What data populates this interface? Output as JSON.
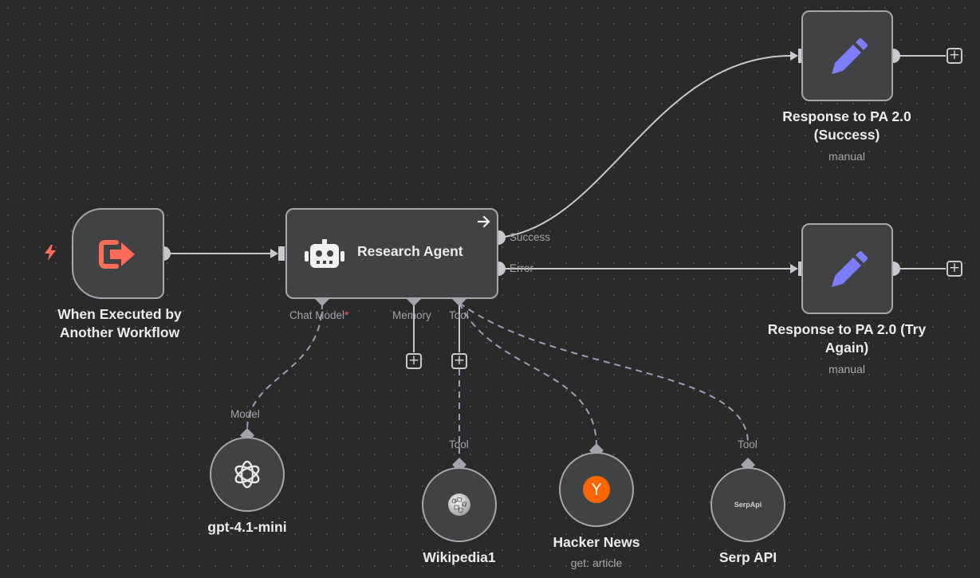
{
  "nodes": {
    "trigger": {
      "title_line1": "When Executed by",
      "title_line2": "Another Workflow"
    },
    "agent": {
      "title": "Research Agent"
    },
    "success": {
      "title_line1": "Response to PA 2.0",
      "title_line2": "(Success)",
      "subtitle": "manual"
    },
    "error": {
      "title_line1": "Response to PA 2.0 (Try",
      "title_line2": "Again)",
      "subtitle": "manual"
    },
    "model": {
      "title": "gpt-4.1-mini"
    },
    "wikipedia": {
      "title": "Wikipedia1"
    },
    "hackernews": {
      "title": "Hacker News",
      "subtitle": "get: article",
      "icon_text": "Y"
    },
    "serp": {
      "title": "Serp API",
      "icon_text": "SerpApi"
    }
  },
  "ports": {
    "success": "Success",
    "error": "Error",
    "chat_model": "Chat Model",
    "required_mark": "*",
    "memory": "Memory",
    "tool": "Tool",
    "model_in": "Model",
    "tool_in_wiki": "Tool",
    "tool_in_serp": "Tool"
  },
  "buttons": {
    "add": "+"
  },
  "icons": {
    "trigger": "workflow-exit-icon",
    "agent": "robot-icon",
    "response": "pencil-icon",
    "model": "openai-icon",
    "wikipedia": "wikipedia-globe-icon",
    "hackernews": "hacker-news-icon",
    "serp": "serpapi-icon",
    "bolt": "lightning-bolt-icon",
    "arrow": "arrow-right-icon"
  },
  "colors": {
    "canvas": "#2a2a2a",
    "node_fill": "#414244",
    "node_border": "#a6a6ad",
    "connection": "#c8c8cf",
    "trigger_accent": "#ff6d5a",
    "pencil": "#7b7dfb",
    "hackernews": "#ff6600"
  }
}
